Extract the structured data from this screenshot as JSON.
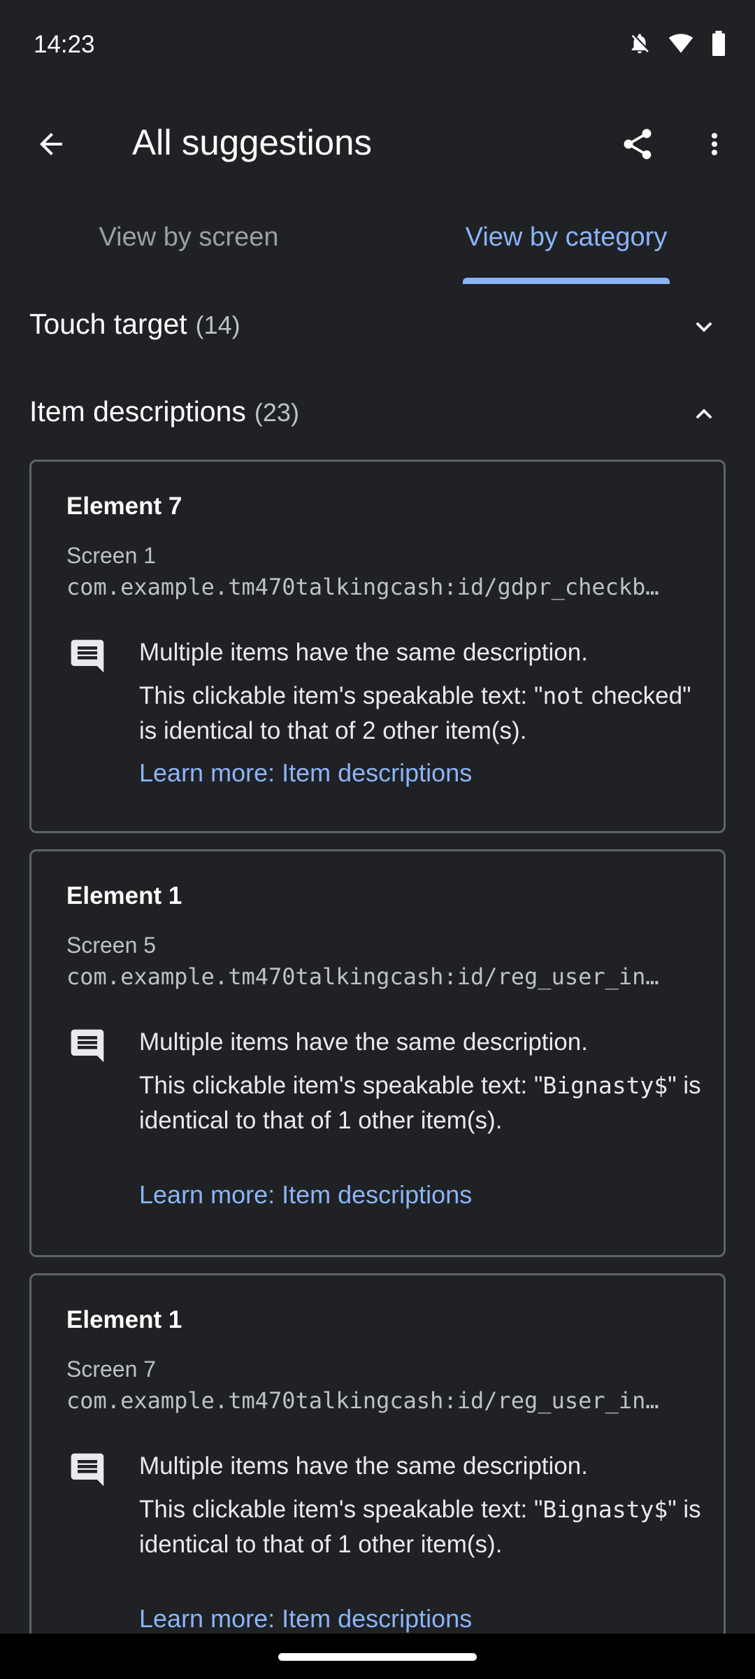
{
  "status_bar": {
    "time": "14:23",
    "icons": [
      "notifications-off-icon",
      "wifi-icon",
      "battery-icon"
    ]
  },
  "app_bar": {
    "title": "All suggestions",
    "back_icon": "arrow-back-icon",
    "share_icon": "share-icon",
    "more_icon": "more-vert-icon"
  },
  "tabs": [
    {
      "label": "View by screen",
      "selected": false
    },
    {
      "label": "View by category",
      "selected": true
    }
  ],
  "sections": [
    {
      "title": "Touch target",
      "count": "(14)",
      "expanded": false
    },
    {
      "title": "Item descriptions",
      "count": "(23)",
      "expanded": true
    }
  ],
  "cards": [
    {
      "title": "Element 7",
      "screen": "Screen 1",
      "resource_id": "com.example.tm470talkingcash:id/gdpr_checkb…",
      "message": "Multiple items have the same description.",
      "detail_prefix": "This clickable item's speakable text: \"",
      "detail_mono": "not",
      "detail_suffix": " checked\" is identical to that of 2 other item(s).",
      "link": "Learn more: Item descriptions"
    },
    {
      "title": "Element 1",
      "screen": "Screen 5",
      "resource_id": "com.example.tm470talkingcash:id/reg_user_in…",
      "message": "Multiple items have the same description.",
      "detail_prefix": "This clickable item's speakable text: \"",
      "detail_mono": "Bignasty$",
      "detail_suffix": "\" is identical to that of 1 other item(s).",
      "link": "Learn more: Item descriptions"
    },
    {
      "title": "Element 1",
      "screen": "Screen 7",
      "resource_id": "com.example.tm470talkingcash:id/reg_user_in…",
      "message": "Multiple items have the same description.",
      "detail_prefix": "This clickable item's speakable text: \"",
      "detail_mono": "Bignasty$",
      "detail_suffix": "\" is identical to that of 1 other item(s).",
      "link": "Learn more: Item descriptions"
    }
  ],
  "colors": {
    "background": "#202124",
    "accent": "#8ab4f8",
    "card_border": "#5f6368"
  }
}
